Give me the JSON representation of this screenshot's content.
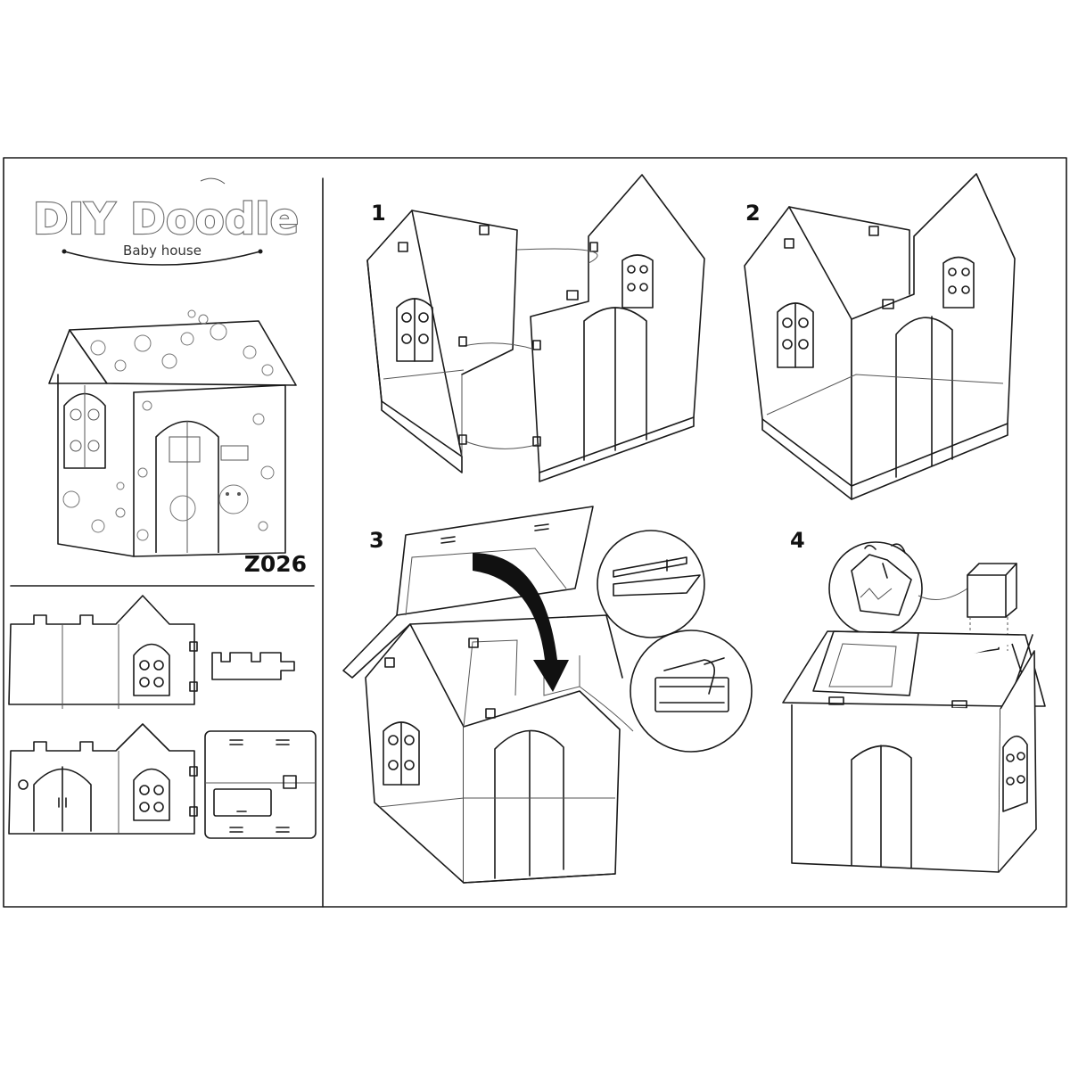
{
  "brand": {
    "title": "DIY Doodle",
    "subtitle": "Baby house"
  },
  "model_code": "Z026",
  "steps": [
    {
      "number": "1",
      "icon": "fold-panels-step"
    },
    {
      "number": "2",
      "icon": "assembled-walls-step"
    },
    {
      "number": "3",
      "icon": "attach-roof-step"
    },
    {
      "number": "4",
      "icon": "attach-chimney-step"
    }
  ],
  "colors": {
    "line": "#1a1a1a",
    "background": "#ffffff",
    "arrow": "#111111"
  }
}
